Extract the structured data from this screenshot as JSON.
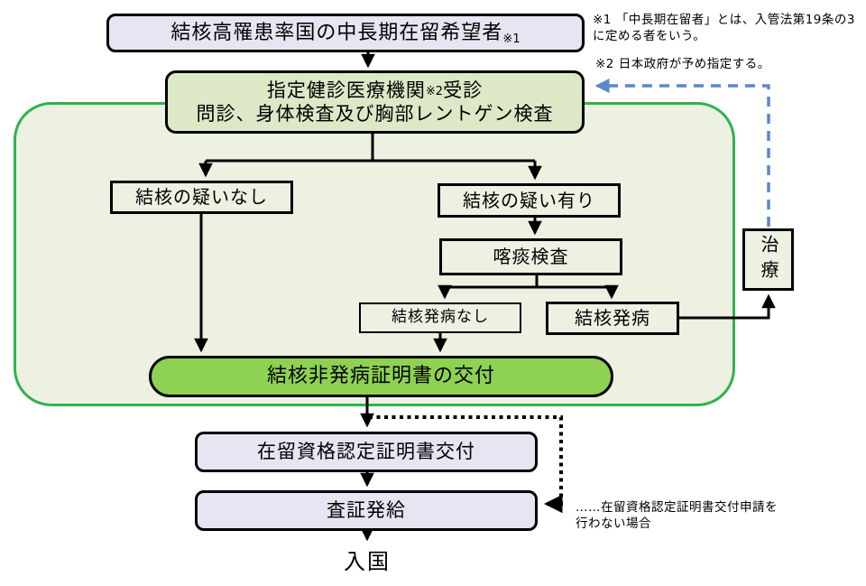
{
  "diagram": {
    "nodes": {
      "applicant": {
        "label": "結核高罹患率国の中長期在留希望者",
        "ref": "※1"
      },
      "clinic": {
        "line1_a": "指定健診医療機関",
        "ref": "※2",
        "line1_b": "受診",
        "line2": "問診、身体検査及び胸部レントゲン検査"
      },
      "no_suspicion": {
        "label": "結核の疑いなし"
      },
      "suspicion": {
        "label": "結核の疑い有り"
      },
      "sputum_test": {
        "label": "喀痰検査"
      },
      "no_onset": {
        "label": "結核発病なし"
      },
      "onset": {
        "label": "結核発病"
      },
      "treatment": {
        "label": "治療"
      },
      "certificate": {
        "label": "結核非発病証明書の交付"
      },
      "residence_certificate": {
        "label": "在留資格認定証明書交付"
      },
      "visa_issuance": {
        "label": "査証発給"
      },
      "entry": {
        "label": "入国"
      }
    },
    "notes": {
      "note1": {
        "line1": "※1 「中長期在留者」とは、入管法第19条の3",
        "line2": "に定める者をいう。"
      },
      "note2": "※2 日本政府が予め指定する。",
      "dotted_note": {
        "line1": "……在留資格認定証明書交付申請を",
        "line2": "行わない場合"
      }
    },
    "colors": {
      "lavender_fill": "#e9e4f1",
      "clinic_fill": "#dce8c6",
      "container_fill": "#ecf1e2",
      "container_border": "#2db34c",
      "certificate_fill": "#8ed153",
      "flow_line": "#000000",
      "return_dashed_blue": "#5b87c8"
    }
  }
}
